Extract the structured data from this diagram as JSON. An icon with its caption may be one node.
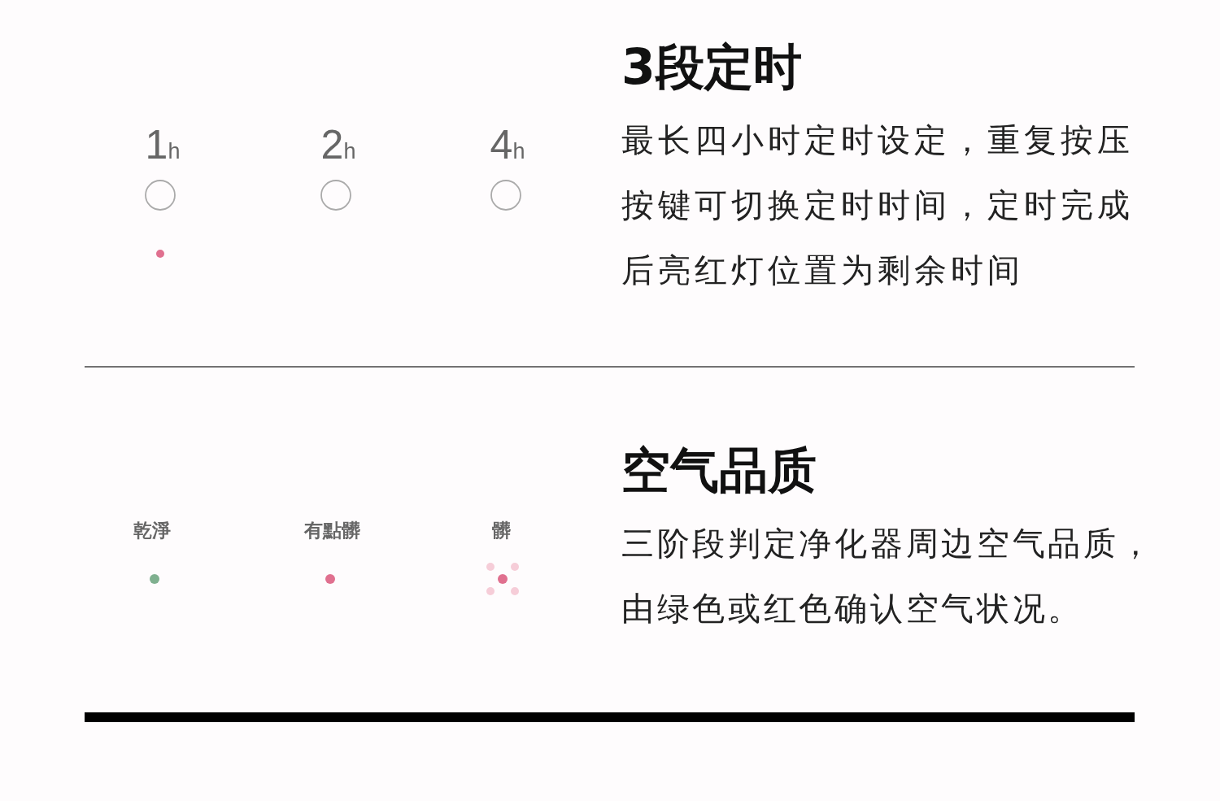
{
  "diagram": {
    "labels": [
      "3段定时",
      "1h",
      "2h",
      "4h",
      "最长四小时定时设定，重复按压按键可切换定时时间，定时完成后亮红灯位置为剩余时间",
      "空气品质",
      "乾淨",
      "有點髒",
      "髒",
      "三阶段判定净化器周边空气品质，由绿色或红色确认空气状况。"
    ]
  }
}
